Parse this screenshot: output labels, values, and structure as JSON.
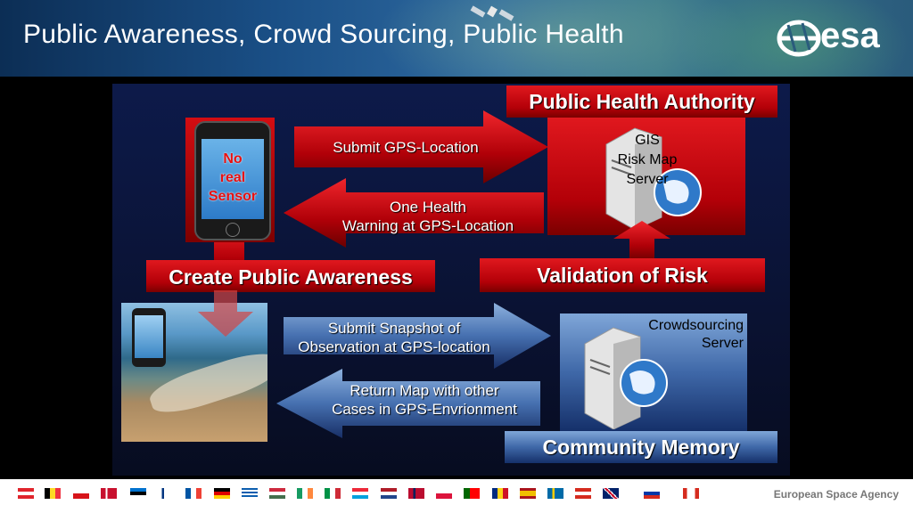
{
  "title": "Public Awareness, Crowd Sourcing, Public Health",
  "logo_text": "esa",
  "footer_text": "European Space Agency",
  "phone_label": [
    "No",
    "real",
    "Sensor"
  ],
  "public_health_authority": "Public Health Authority",
  "gis_server": [
    "GIS",
    "Risk Map",
    "Server"
  ],
  "arrow_submit_gps": "Submit GPS-Location",
  "arrow_warning": [
    "One Health",
    "Warning at GPS-Location"
  ],
  "create_awareness": "Create Public Awareness",
  "validation": "Validation of Risk",
  "arrow_snapshot": [
    "Submit Snapshot of",
    "Observation at GPS-location"
  ],
  "arrow_return_map": [
    "Return Map with other",
    "Cases in GPS-Envrionment"
  ],
  "crowd_server": [
    "Crowdsourcing",
    "Server"
  ],
  "community_memory": "Community Memory",
  "colors": {
    "red": "#d4131a",
    "blue": "#3f68a8",
    "dark_bg": "#000000",
    "panel": "#0b1640"
  },
  "flags": [
    "austria",
    "belgium",
    "czech",
    "denmark",
    "estonia",
    "finland",
    "france",
    "germany",
    "greece",
    "hungary",
    "ireland",
    "italy",
    "luxembourg",
    "netherlands",
    "norway",
    "poland",
    "portugal",
    "romania",
    "spain",
    "sweden",
    "switzerland",
    "uk",
    "slovenia",
    "canada"
  ]
}
